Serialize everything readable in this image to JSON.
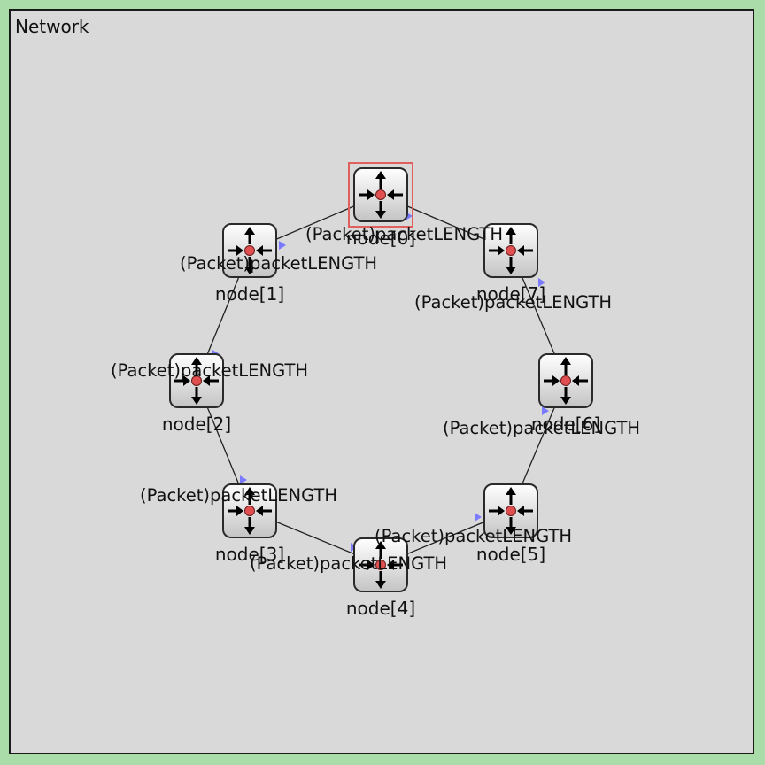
{
  "network": {
    "title": "Network"
  },
  "nodes": [
    {
      "name": "node[0]",
      "selected": true
    },
    {
      "name": "node[1]",
      "selected": false
    },
    {
      "name": "node[2]",
      "selected": false
    },
    {
      "name": "node[3]",
      "selected": false
    },
    {
      "name": "node[4]",
      "selected": false
    },
    {
      "name": "node[5]",
      "selected": false
    },
    {
      "name": "node[6]",
      "selected": false
    },
    {
      "name": "node[7]",
      "selected": false
    }
  ],
  "links": [
    [
      0,
      1
    ],
    [
      1,
      2
    ],
    [
      2,
      3
    ],
    [
      3,
      4
    ],
    [
      4,
      5
    ],
    [
      5,
      6
    ],
    [
      6,
      7
    ],
    [
      7,
      0
    ]
  ],
  "messages": [
    {
      "label": "(Packet)packetLENGTH"
    },
    {
      "label": "(Packet)packetLENGTH"
    },
    {
      "label": "(Packet)packetLENGTH"
    },
    {
      "label": "(Packet)packetLENGTH"
    },
    {
      "label": "(Packet)packetLENGTH"
    },
    {
      "label": "(Packet)packetLENGTH"
    },
    {
      "label": "(Packet)packetLENGTH"
    },
    {
      "label": "(Packet)packetLENGTH"
    }
  ],
  "colors": {
    "background": "#a9dca9",
    "canvas": "#d9d9d9",
    "selection": "#e06060",
    "packet": "#7a7aff",
    "node_dot": "#e05050"
  },
  "icons": {
    "node": "router-arrows-icon"
  }
}
